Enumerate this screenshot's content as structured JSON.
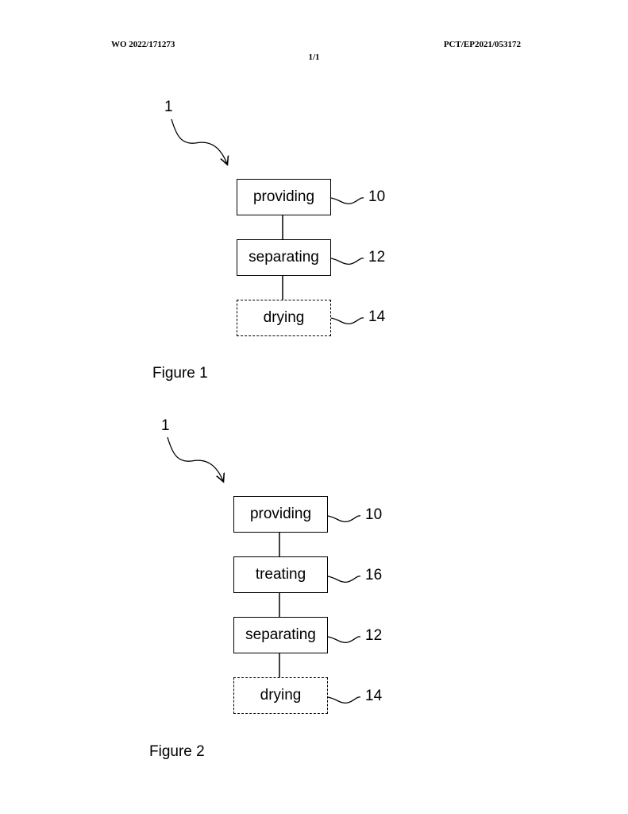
{
  "header": {
    "publication_number": "WO 2022/171273",
    "page_indicator": "1/1",
    "application_number": "PCT/EP2021/053172"
  },
  "figure1": {
    "overall_ref": "1",
    "steps": [
      {
        "label": "providing",
        "ref": "10",
        "optional": false
      },
      {
        "label": "separating",
        "ref": "12",
        "optional": false
      },
      {
        "label": "drying",
        "ref": "14",
        "optional": true
      }
    ],
    "caption": "Figure 1"
  },
  "figure2": {
    "overall_ref": "1",
    "steps": [
      {
        "label": "providing",
        "ref": "10",
        "optional": false
      },
      {
        "label": "treating",
        "ref": "16",
        "optional": false
      },
      {
        "label": "separating",
        "ref": "12",
        "optional": false
      },
      {
        "label": "drying",
        "ref": "14",
        "optional": true
      }
    ],
    "caption": "Figure 2"
  }
}
